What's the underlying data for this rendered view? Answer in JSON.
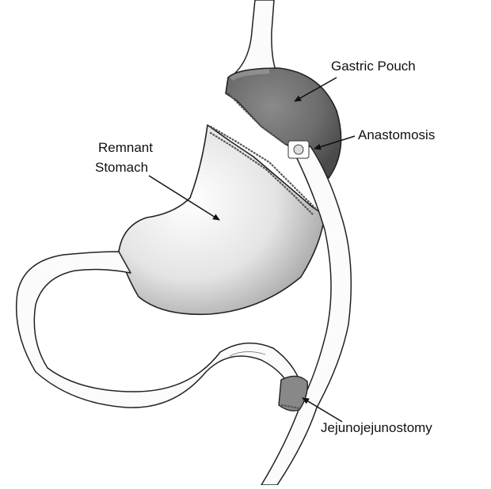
{
  "diagram": {
    "labels": {
      "gastric_pouch": "Gastric Pouch",
      "anastomosis": "Anastomosis",
      "remnant_line1": "Remnant",
      "remnant_line2": "Stomach",
      "jejunojejunostomy": "Jejunojejunostomy"
    }
  }
}
